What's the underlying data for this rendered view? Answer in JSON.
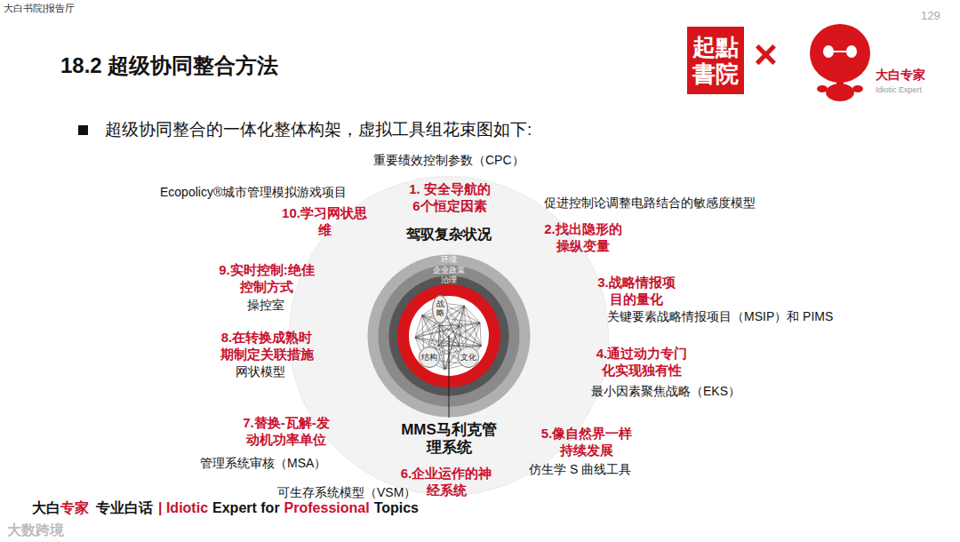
{
  "diagram": {
    "title": "18.2 超级协同整合方法",
    "nodes": [
      {
        "text": [
          "起點書院"
        ]
      },
      {
        "text": [
          "驾驭复杂状况",
          "MMS马利克管理系统"
        ]
      },
      {
        "text": [
          "环境"
        ],
        "in": 1
      },
      {
        "text": [
          "企业政策"
        ],
        "in": 2
      },
      {
        "text": [
          "治理"
        ],
        "in": 3
      },
      {
        "text": [
          "战略"
        ],
        "in": 4
      },
      {
        "text": [
          "结构"
        ],
        "in": 4
      },
      {
        "text": [
          "文化"
        ],
        "in": 4
      }
    ],
    "labels": [
      "大白书院|报告厅",
      "129",
      "×",
      "大白专家",
      "Idiotic Expert",
      "超级协同整合的一体化整体构架，虚拟工具组花束图如下:",
      "重要绩效控制参数（CPC）",
      "1. 安全导航的 6个恒定因素",
      "Ecopolicy®城市管理模拟游戏项目",
      "10.学习网状思 维",
      "促进控制论调整电路结合的敏感度模型",
      "2.找出隐形的 操纵变量",
      "3.战略情报项 目的量化",
      "关键要素战略情报项目（MSIP）和 PIMS",
      "4.通过动力专门 化实现独有性",
      "最小因素聚焦战略（EKS）",
      "5.像自然界一样 持续发展",
      "仿生学 S 曲线工具",
      "6.企业运作的神 经系统",
      "可生存系统模型（VSM）",
      "7.替换-瓦解-发 动机功率单位",
      "管理系统审核（MSA）",
      "8.在转换成熟时 期制定关联措施",
      "网状模型",
      "9.实时控制:绝佳 控制方式",
      "操控室",
      "大白",
      "专家",
      "专业白话",
      "| Idiotic",
      "Expert for",
      "Professional",
      "Topics",
      "大数跨境"
    ]
  }
}
